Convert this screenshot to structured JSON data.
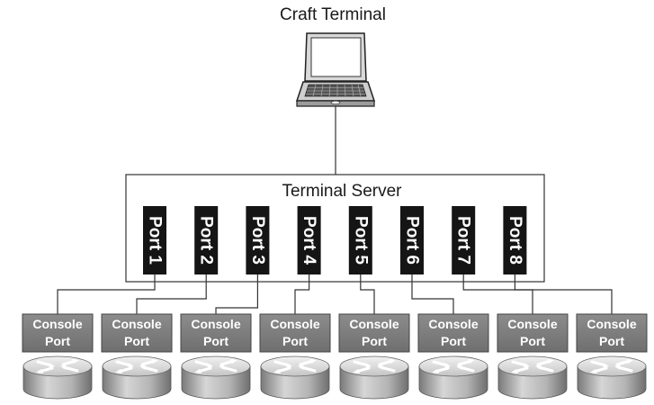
{
  "diagram": {
    "terminal": {
      "label": "Craft Terminal",
      "icon": "laptop-icon"
    },
    "server": {
      "label": "Terminal Server"
    },
    "ports": [
      "Port 1",
      "Port 2",
      "Port 3",
      "Port 4",
      "Port 5",
      "Port 6",
      "Port 7",
      "Port 8"
    ],
    "console_port": {
      "line1": "Console",
      "line2": "Port"
    },
    "devices": {
      "count": 8,
      "icon": "router-icon"
    }
  }
}
